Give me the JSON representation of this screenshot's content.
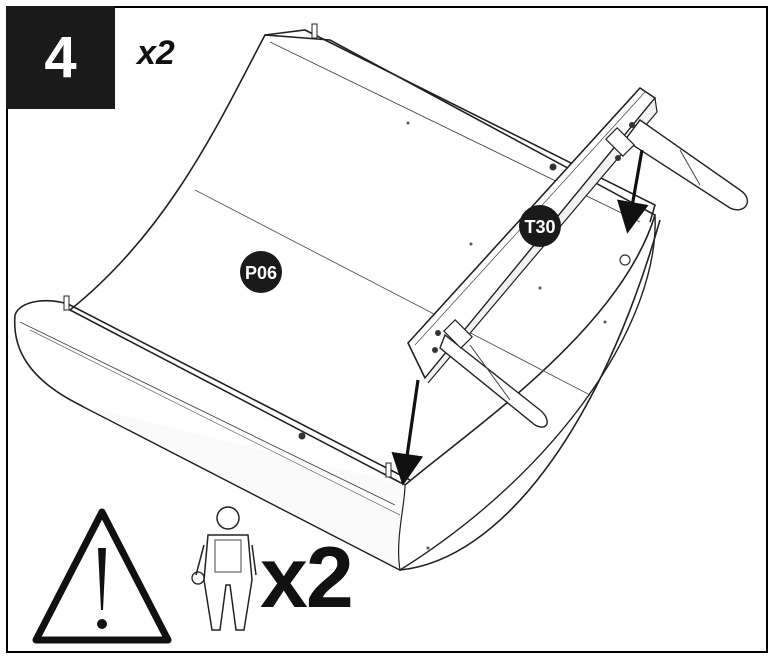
{
  "step": {
    "number": "4",
    "quantity": "x2"
  },
  "parts": [
    {
      "id": "P06",
      "label": "P06"
    },
    {
      "id": "T30",
      "label": "T30"
    }
  ],
  "warning": {
    "icon": "warning-triangle-icon",
    "people_icon": "worker-icon",
    "people_count": "x2"
  },
  "colors": {
    "ink": "#111111",
    "badge": "#1a1a1a",
    "paper": "#ffffff",
    "shade": "#f2f2f2"
  }
}
